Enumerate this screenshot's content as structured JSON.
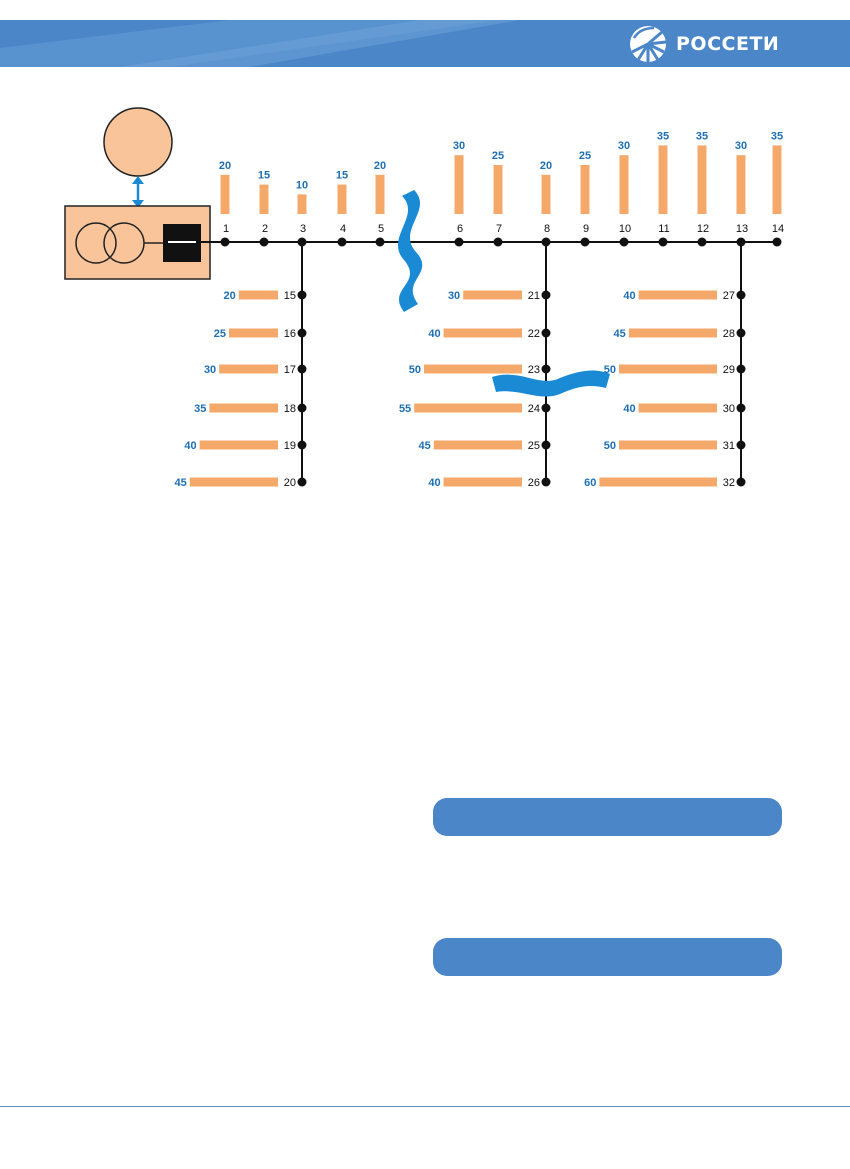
{
  "header": {
    "logo_text": "РОССЕТИ"
  },
  "colors": {
    "header_blue": "#4A86C8",
    "bar_orange": "#F4A96A",
    "label_blue": "#1F6FB2",
    "node_black": "#111111",
    "block_fill": "#F9C49A",
    "wave_blue": "#1A8AD4"
  },
  "diagram": {
    "main_line": {
      "nodes": [
        {
          "id": "1",
          "load": "20"
        },
        {
          "id": "2",
          "load": "15"
        },
        {
          "id": "3",
          "load": "10"
        },
        {
          "id": "4",
          "load": "15"
        },
        {
          "id": "5",
          "load": "20"
        },
        {
          "id": "6",
          "load": "30"
        },
        {
          "id": "7",
          "load": "25"
        },
        {
          "id": "8",
          "load": "20"
        },
        {
          "id": "9",
          "load": "25"
        },
        {
          "id": "10",
          "load": "30"
        },
        {
          "id": "11",
          "load": "35"
        },
        {
          "id": "12",
          "load": "35"
        },
        {
          "id": "13",
          "load": "30"
        },
        {
          "id": "14",
          "load": "35"
        }
      ]
    },
    "branches": [
      {
        "from": "3",
        "nodes": [
          {
            "id": "15",
            "load": "20"
          },
          {
            "id": "16",
            "load": "25"
          },
          {
            "id": "17",
            "load": "30"
          },
          {
            "id": "18",
            "load": "35"
          },
          {
            "id": "19",
            "load": "40"
          },
          {
            "id": "20",
            "load": "45"
          }
        ]
      },
      {
        "from": "8",
        "nodes": [
          {
            "id": "21",
            "load": "30"
          },
          {
            "id": "22",
            "load": "40"
          },
          {
            "id": "23",
            "load": "50"
          },
          {
            "id": "24",
            "load": "55"
          },
          {
            "id": "25",
            "load": "45"
          },
          {
            "id": "26",
            "load": "40"
          }
        ]
      },
      {
        "from": "13",
        "nodes": [
          {
            "id": "27",
            "load": "40"
          },
          {
            "id": "28",
            "load": "45"
          },
          {
            "id": "29",
            "load": "50"
          },
          {
            "id": "30",
            "load": "40"
          },
          {
            "id": "31",
            "load": "50"
          },
          {
            "id": "32",
            "load": "60"
          }
        ]
      }
    ]
  },
  "buttons": [
    {
      "label": ""
    },
    {
      "label": ""
    }
  ]
}
